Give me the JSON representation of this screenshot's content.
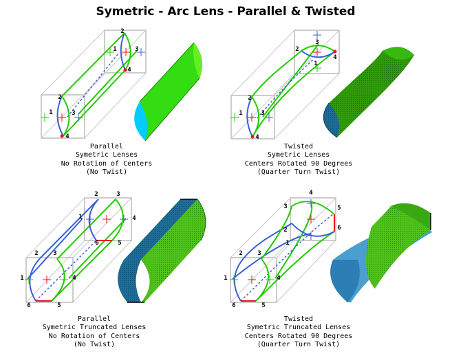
{
  "title": "Symetric - Arc Lens - Parallel & Twisted",
  "panels": [
    {
      "caption": [
        "Parallel",
        "Symetric Lenses",
        "No Rotation of Centers",
        "(No Twist)"
      ],
      "front_labels": [
        "1",
        "2",
        "3",
        "4"
      ],
      "back_labels": [
        "1",
        "2",
        "3",
        "4"
      ]
    },
    {
      "caption": [
        "Twisted",
        "Symetric Lenses",
        "Centers Rotated 90 Degrees",
        "(Quarter Turn Twist)"
      ],
      "front_labels": [
        "1",
        "2",
        "3",
        "4"
      ],
      "back_labels": [
        "1",
        "2",
        "3",
        "4"
      ]
    },
    {
      "caption": [
        "Parallel",
        "Symetric Truncated Lenses",
        "No Rotation of Centers",
        "(No Twist)"
      ],
      "front_labels": [
        "1",
        "2",
        "3",
        "4",
        "5",
        "6"
      ],
      "back_labels": [
        "1",
        "2",
        "3",
        "4",
        "5",
        "6"
      ]
    },
    {
      "caption": [
        "Twisted",
        "Symetric Truncated Lenses",
        "Centers Rotated 90 Degrees",
        "(Quarter Turn Twist)"
      ],
      "front_labels": [
        "1",
        "2",
        "3",
        "4",
        "5",
        "6"
      ],
      "back_labels": [
        "1",
        "2",
        "3",
        "4",
        "5",
        "6"
      ]
    }
  ],
  "colors": {
    "green_arc": "#22cc00",
    "blue_arc": "#3a5fd9",
    "red_mark": "#ee1111",
    "solid_green": "#33cc11",
    "solid_dark_green": "#2c9a08",
    "solid_cyan": "#00ccff",
    "solid_teal": "#1a6a94",
    "solid_light_blue": "#4a9ed0"
  }
}
